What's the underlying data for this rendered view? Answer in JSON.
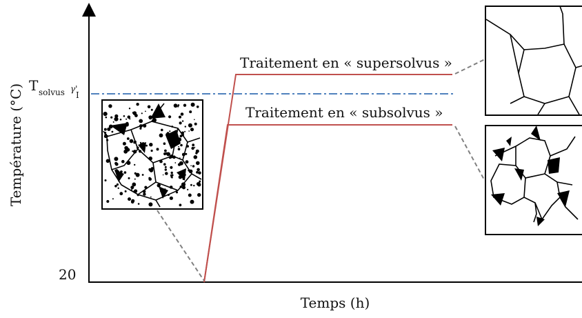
{
  "y_axis_label": "Température (°C)",
  "x_axis_label": "Temps (h)",
  "y_tick_20": "20",
  "solvus_main": "T",
  "solvus_sub": "solvus",
  "solvus_gamma": "γ'",
  "solvus_index": "I",
  "label_supersolvus": "Traitement en « supersolvus »",
  "label_subsolvus": "Traitement en « subsolvus »",
  "colors": {
    "axis": "#000000",
    "treatment": "#c0504d",
    "solvus_line": "#4f81bd",
    "connector": "#808080"
  },
  "icons": {
    "initial_structure": "grains-with-precipitates-icon",
    "supersolvus_structure": "large-grains-icon",
    "subsolvus_structure": "grains-with-boundary-precipitates-icon"
  }
}
